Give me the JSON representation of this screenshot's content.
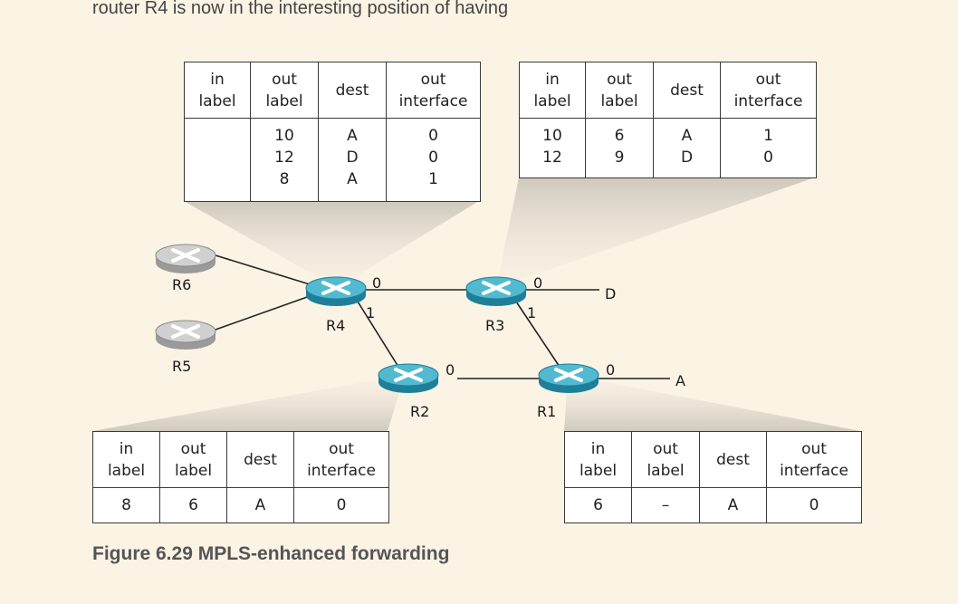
{
  "intro_text": "router R4 is now in the interesting position of having",
  "caption": "Figure 6.29 MPLS-enhanced forwarding",
  "headers": {
    "in_label": [
      "in",
      "label"
    ],
    "out_label": [
      "out",
      "label"
    ],
    "dest": "dest",
    "out_interface": [
      "out",
      "interface"
    ]
  },
  "tables": {
    "r4": {
      "in_label": [],
      "out_label": [
        "10",
        "12",
        "8"
      ],
      "dest": [
        "A",
        "D",
        "A"
      ],
      "out_interface": [
        "0",
        "0",
        "1"
      ]
    },
    "r3": {
      "in_label": [
        "10",
        "12"
      ],
      "out_label": [
        "6",
        "9"
      ],
      "dest": [
        "A",
        "D"
      ],
      "out_interface": [
        "1",
        "0"
      ]
    },
    "r2": {
      "in_label": [
        "8"
      ],
      "out_label": [
        "6"
      ],
      "dest": [
        "A"
      ],
      "out_interface": [
        "0"
      ]
    },
    "r1": {
      "in_label": [
        "6"
      ],
      "out_label": [
        "–"
      ],
      "dest": [
        "A"
      ],
      "out_interface": [
        "0"
      ]
    }
  },
  "routers": {
    "R6": "R6",
    "R5": "R5",
    "R4": "R4",
    "R3": "R3",
    "R2": "R2",
    "R1": "R1"
  },
  "ports": {
    "r4_0": "0",
    "r4_1": "1",
    "r3_0": "0",
    "r3_1": "1",
    "r2_0": "0",
    "r1_0": "0"
  },
  "destinations": {
    "D": "D",
    "A": "A"
  },
  "colors": {
    "background": "#fbf3e4",
    "mpls_router": "#4fb6cc",
    "plain_router": "#c9c9c9",
    "cone": "#d8d2c6"
  }
}
